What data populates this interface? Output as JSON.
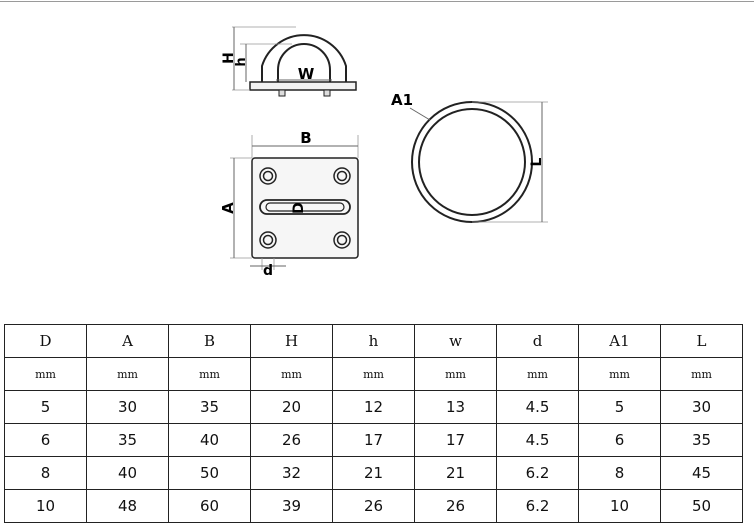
{
  "diagram": {
    "labels": {
      "H": "H",
      "h": "h",
      "W": "W",
      "B": "B",
      "A": "A",
      "D": "D",
      "d": "d",
      "A1": "A1",
      "L": "L"
    }
  },
  "table": {
    "headers": [
      "D",
      "A",
      "B",
      "H",
      "h",
      "w",
      "d",
      "A1",
      "L"
    ],
    "units": [
      "mm",
      "mm",
      "mm",
      "mm",
      "mm",
      "mm",
      "mm",
      "mm",
      "mm"
    ],
    "rows": [
      [
        "5",
        "30",
        "35",
        "20",
        "12",
        "13",
        "4.5",
        "5",
        "30"
      ],
      [
        "6",
        "35",
        "40",
        "26",
        "17",
        "17",
        "4.5",
        "6",
        "35"
      ],
      [
        "8",
        "40",
        "50",
        "32",
        "21",
        "21",
        "6.2",
        "8",
        "45"
      ],
      [
        "10",
        "48",
        "60",
        "39",
        "26",
        "26",
        "6.2",
        "10",
        "50"
      ]
    ]
  }
}
